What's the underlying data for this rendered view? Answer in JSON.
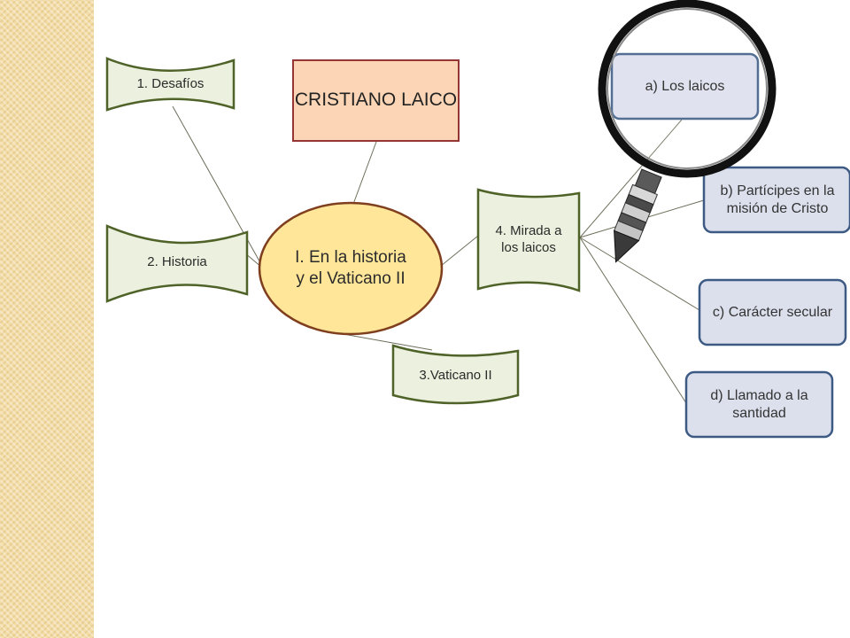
{
  "title_node": {
    "label": "CRISTIANO LAICO"
  },
  "center_node": {
    "label": "I. En la historia y el Vaticano II"
  },
  "branches": [
    {
      "label": "1. Desafíos"
    },
    {
      "label": "2. Historia"
    },
    {
      "label": "3.Vaticano II"
    },
    {
      "label": "4. Mirada a los laicos"
    }
  ],
  "sub_items": [
    {
      "label": "a) Los laicos"
    },
    {
      "label": "b) Partícipes en la misión de Cristo"
    },
    {
      "label": "c) Carácter secular"
    },
    {
      "label": "d) Llamado a la santidad"
    }
  ],
  "colors": {
    "title_fill": "#fbd5b5",
    "title_border": "#963634",
    "center_fill": "#ffe699",
    "center_border": "#7f3f1f",
    "branch_fill": "#ebf1de",
    "branch_border": "#4f6228",
    "sub_fill": "#dce0ed",
    "sub_border": "#3c5a84",
    "side_strip": "#f3dca6"
  }
}
